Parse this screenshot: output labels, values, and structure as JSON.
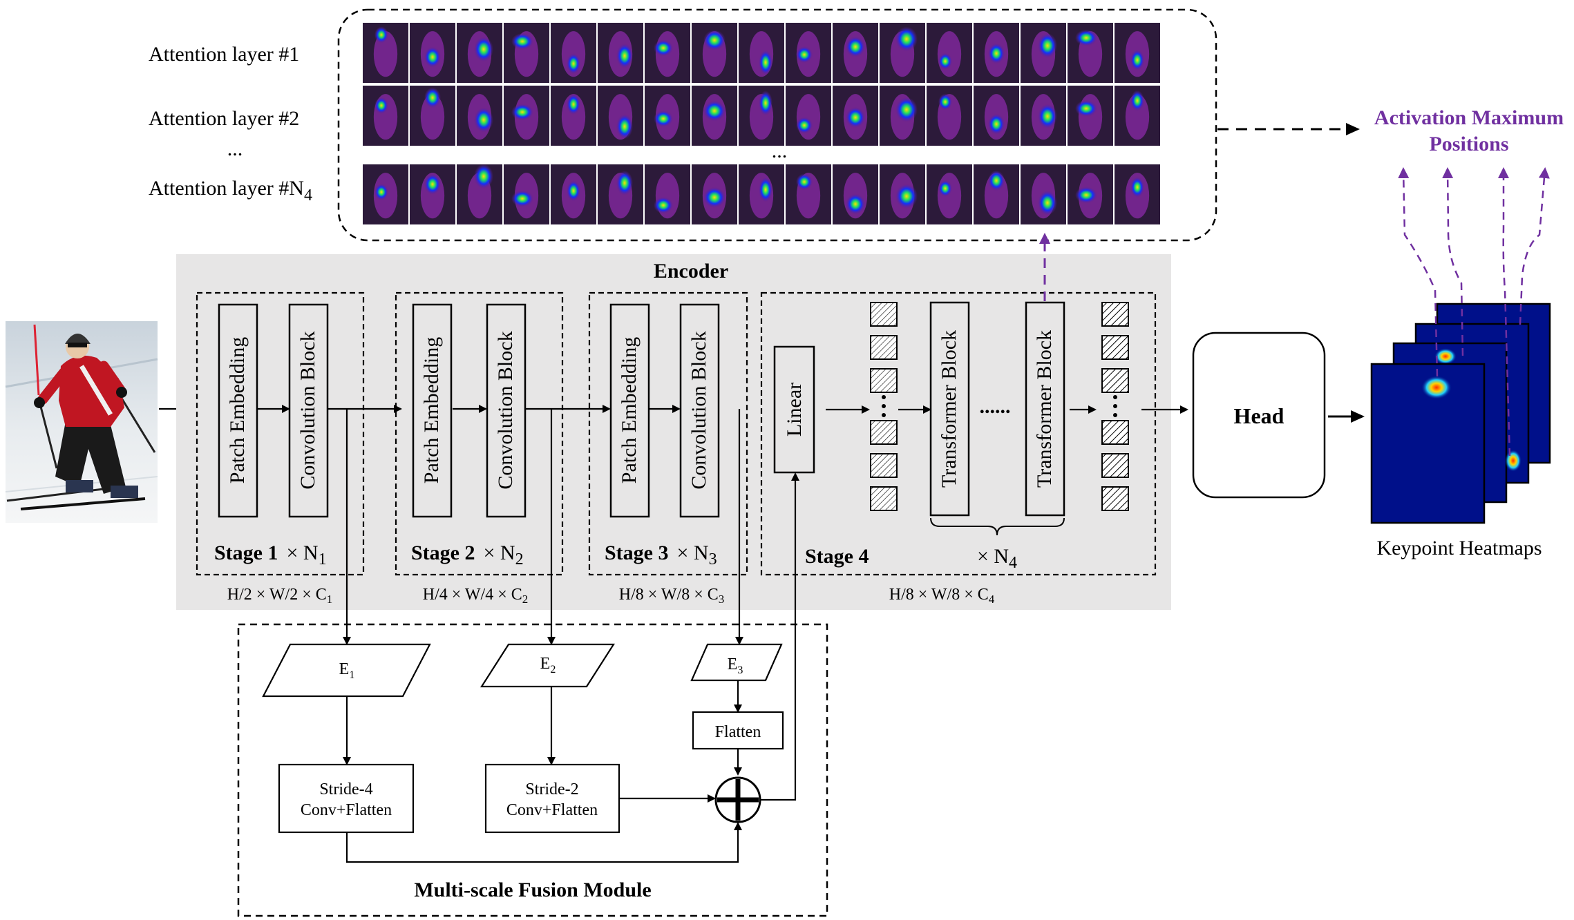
{
  "attention": {
    "layer1": "Attention layer #1",
    "layer2": "Attention layer #2",
    "ellipsis_left": "...",
    "ellipsis_grid": "...",
    "layerN_prefix": "Attention layer #N",
    "layerN_sub": "4",
    "columns": 17
  },
  "activation": {
    "line1": "Activation Maximum",
    "line2": "Positions",
    "color": "#7030a0"
  },
  "encoder": {
    "title": "Encoder",
    "patch_embedding": "Patch Embedding",
    "convolution_block": "Convolution Block",
    "linear": "Linear",
    "transformer_block": "Transformer Block",
    "dots": "......",
    "repeat_n4_prefix": "× N",
    "repeat_n4_sub": "4",
    "stages": [
      {
        "label": "Stage 1",
        "rep": "× N",
        "sub": "1",
        "dim": "H/2 × W/2 × C",
        "dim_sub": "1"
      },
      {
        "label": "Stage 2",
        "rep": "× N",
        "sub": "2",
        "dim": "H/4 × W/4 × C",
        "dim_sub": "2"
      },
      {
        "label": "Stage 3",
        "rep": "× N",
        "sub": "3",
        "dim": "H/8 × W/8 × C",
        "dim_sub": "3"
      },
      {
        "label": "Stage 4",
        "dim": "H/8 × W/8 × C",
        "dim_sub": "4"
      }
    ]
  },
  "head": "Head",
  "heatmaps_label": "Keypoint Heatmaps",
  "fusion": {
    "title": "Multi-scale Fusion Module",
    "e1": "E",
    "e1_sub": "1",
    "e2": "E",
    "e2_sub": "2",
    "e3": "E",
    "e3_sub": "3",
    "flatten": "Flatten",
    "stride4_line1": "Stride-4",
    "stride4_line2": "Conv+Flatten",
    "stride2_line1": "Stride-2",
    "stride2_line2": "Conv+Flatten"
  },
  "colors": {
    "encoder_bg": "#e7e6e6",
    "heatmap_bg": "#00108a",
    "attention_bg": "#2c1a3a"
  }
}
